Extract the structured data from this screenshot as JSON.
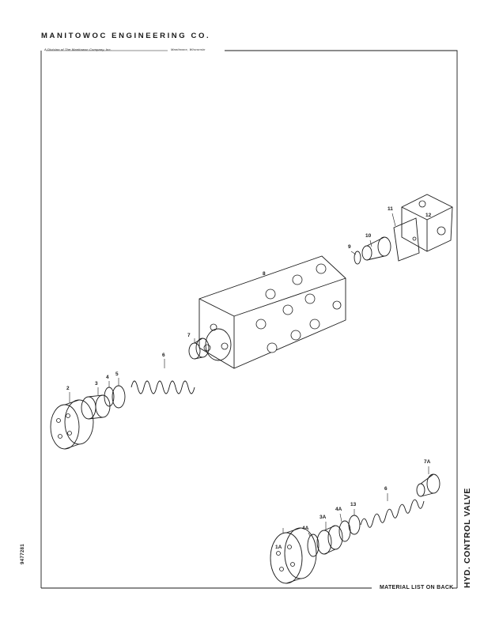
{
  "header": {
    "company": "MANITOWOC ENGINEERING CO.",
    "division": "A Division of The Manitowoc Company, Inc.",
    "location": "Manitowoc, Wisconsin"
  },
  "footer": {
    "document_number": "9477281",
    "material_note": "MATERIAL LIST ON BACK",
    "side_title": "HYD. CONTROL VALVE"
  },
  "callouts": {
    "c1A": "1A",
    "c2": "2",
    "c3": "3",
    "c3A": "3A",
    "c4": "4",
    "c4A_left": "4A",
    "c4A_right": "4A",
    "c5": "5",
    "c6_top": "6",
    "c6_bottom": "6",
    "c7": "7",
    "c7A": "7A",
    "c8": "8",
    "c9": "9",
    "c10": "10",
    "c11": "11",
    "c12": "12",
    "c13": "13"
  }
}
